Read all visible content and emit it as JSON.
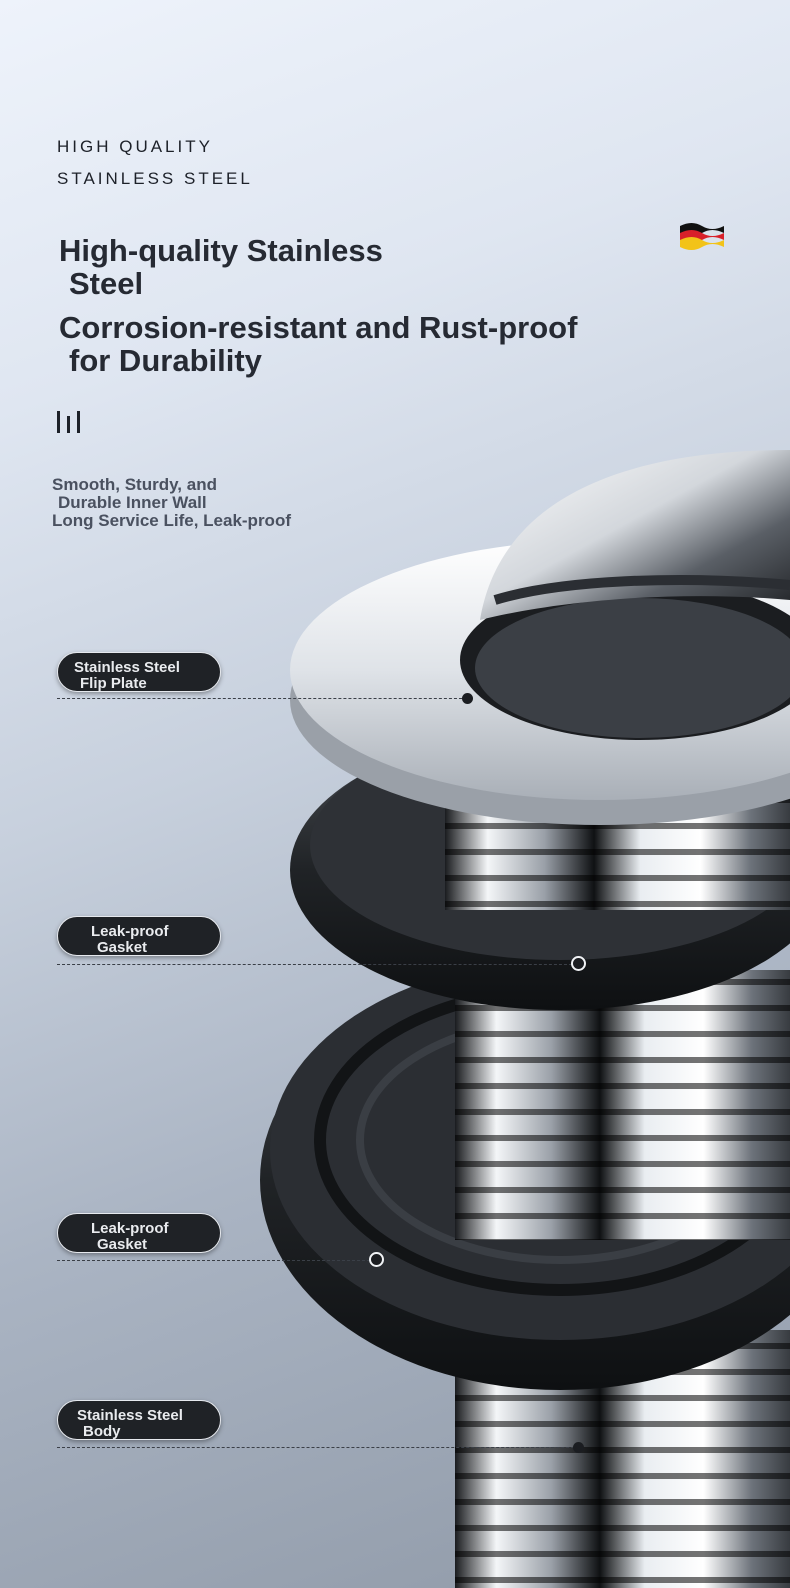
{
  "header": {
    "eyebrow_line1": "HIGH QUALITY",
    "eyebrow_line2": "STAINLESS STEEL"
  },
  "headlines": {
    "h1_line1": "High-quality Stainless",
    "h1_line2": "Steel",
    "h2_line1": "Corrosion-resistant and Rust-proof",
    "h2_line2": "for Durability"
  },
  "badge": {
    "icon": "germany-flag-icon"
  },
  "feature": {
    "line1": "Smooth, Sturdy, and",
    "line2": "Durable Inner Wall",
    "line3": "Long Service Life, Leak-proof"
  },
  "callouts": [
    {
      "line1": "Stainless Steel",
      "line2": "Flip Plate"
    },
    {
      "line1": "Leak-proof",
      "line2": "Gasket"
    },
    {
      "line1": "Leak-proof",
      "line2": "Gasket"
    },
    {
      "line1": "Stainless Steel",
      "line2": "Body"
    }
  ],
  "colors": {
    "accent_dark": "#1f2226",
    "heading": "#262a33",
    "chrome": "#e8ebef",
    "rubber": "#202326"
  }
}
